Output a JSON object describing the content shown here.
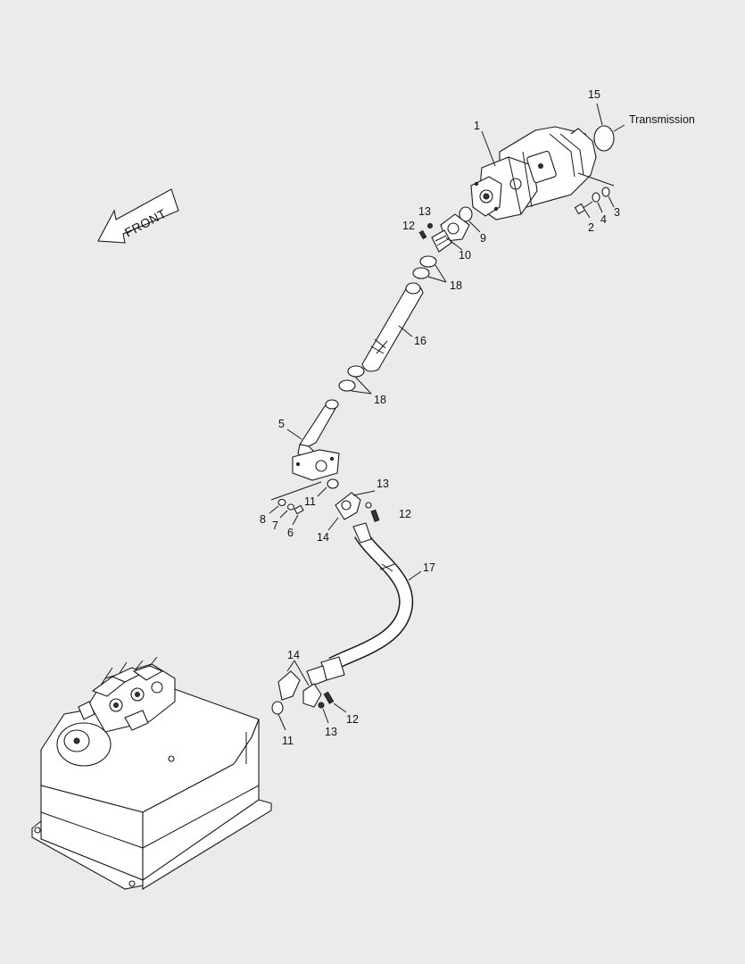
{
  "diagram": {
    "front_label": "FRONT",
    "transmission_label": "Transmission",
    "callouts": {
      "c1": "1",
      "c2": "2",
      "c3": "3",
      "c4": "4",
      "c5": "5",
      "c6": "6",
      "c7": "7",
      "c8": "8",
      "c9": "9",
      "c10": "10",
      "c11a": "11",
      "c11b": "11",
      "c12a": "12",
      "c12b": "12",
      "c12c": "12",
      "c13a": "13",
      "c13b": "13",
      "c13c": "13",
      "c14a": "14",
      "c14b": "14",
      "c15": "15",
      "c16": "16",
      "c17": "17",
      "c18a": "18",
      "c18b": "18"
    }
  }
}
